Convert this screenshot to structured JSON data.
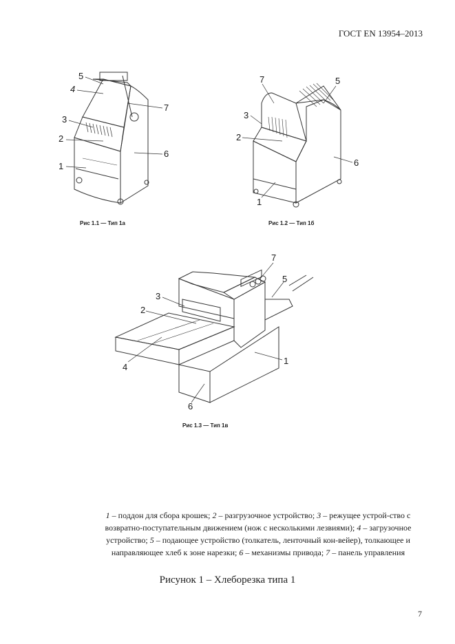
{
  "header": {
    "standard": "ГОСТ EN 13954–2013"
  },
  "figures": {
    "fig1": {
      "caption": "Рис 1.1 — Тип 1а"
    },
    "fig2": {
      "caption": "Рис 1.2 — Тип 1б"
    },
    "fig3": {
      "caption": "Рис 1.3 — Тип 1в"
    }
  },
  "callouts": [
    "1",
    "2",
    "3",
    "4",
    "5",
    "6",
    "7"
  ],
  "legend": {
    "n1": "1",
    "t1": " – поддон для сбора крошек; ",
    "n2": "2",
    "t2": " – разгрузочное устройство; ",
    "n3": "3",
    "t3": " – режущее устрой-ство с возвратно-поступательным движением (нож с несколькими лезвиями); ",
    "n4": "4",
    "t4": " – загрузочное устройство; ",
    "n5": "5",
    "t5": " – подающее устройство (толкатель, ленточный кон-вейер), толкающее и направляющее хлеб к зоне нарезки; ",
    "n6": "6",
    "t6": " – механизмы привода; ",
    "n7": "7",
    "t7": " – панель управления"
  },
  "figure_title": "Рисунок 1 – Хлеборезка типа 1",
  "page_number": "7"
}
